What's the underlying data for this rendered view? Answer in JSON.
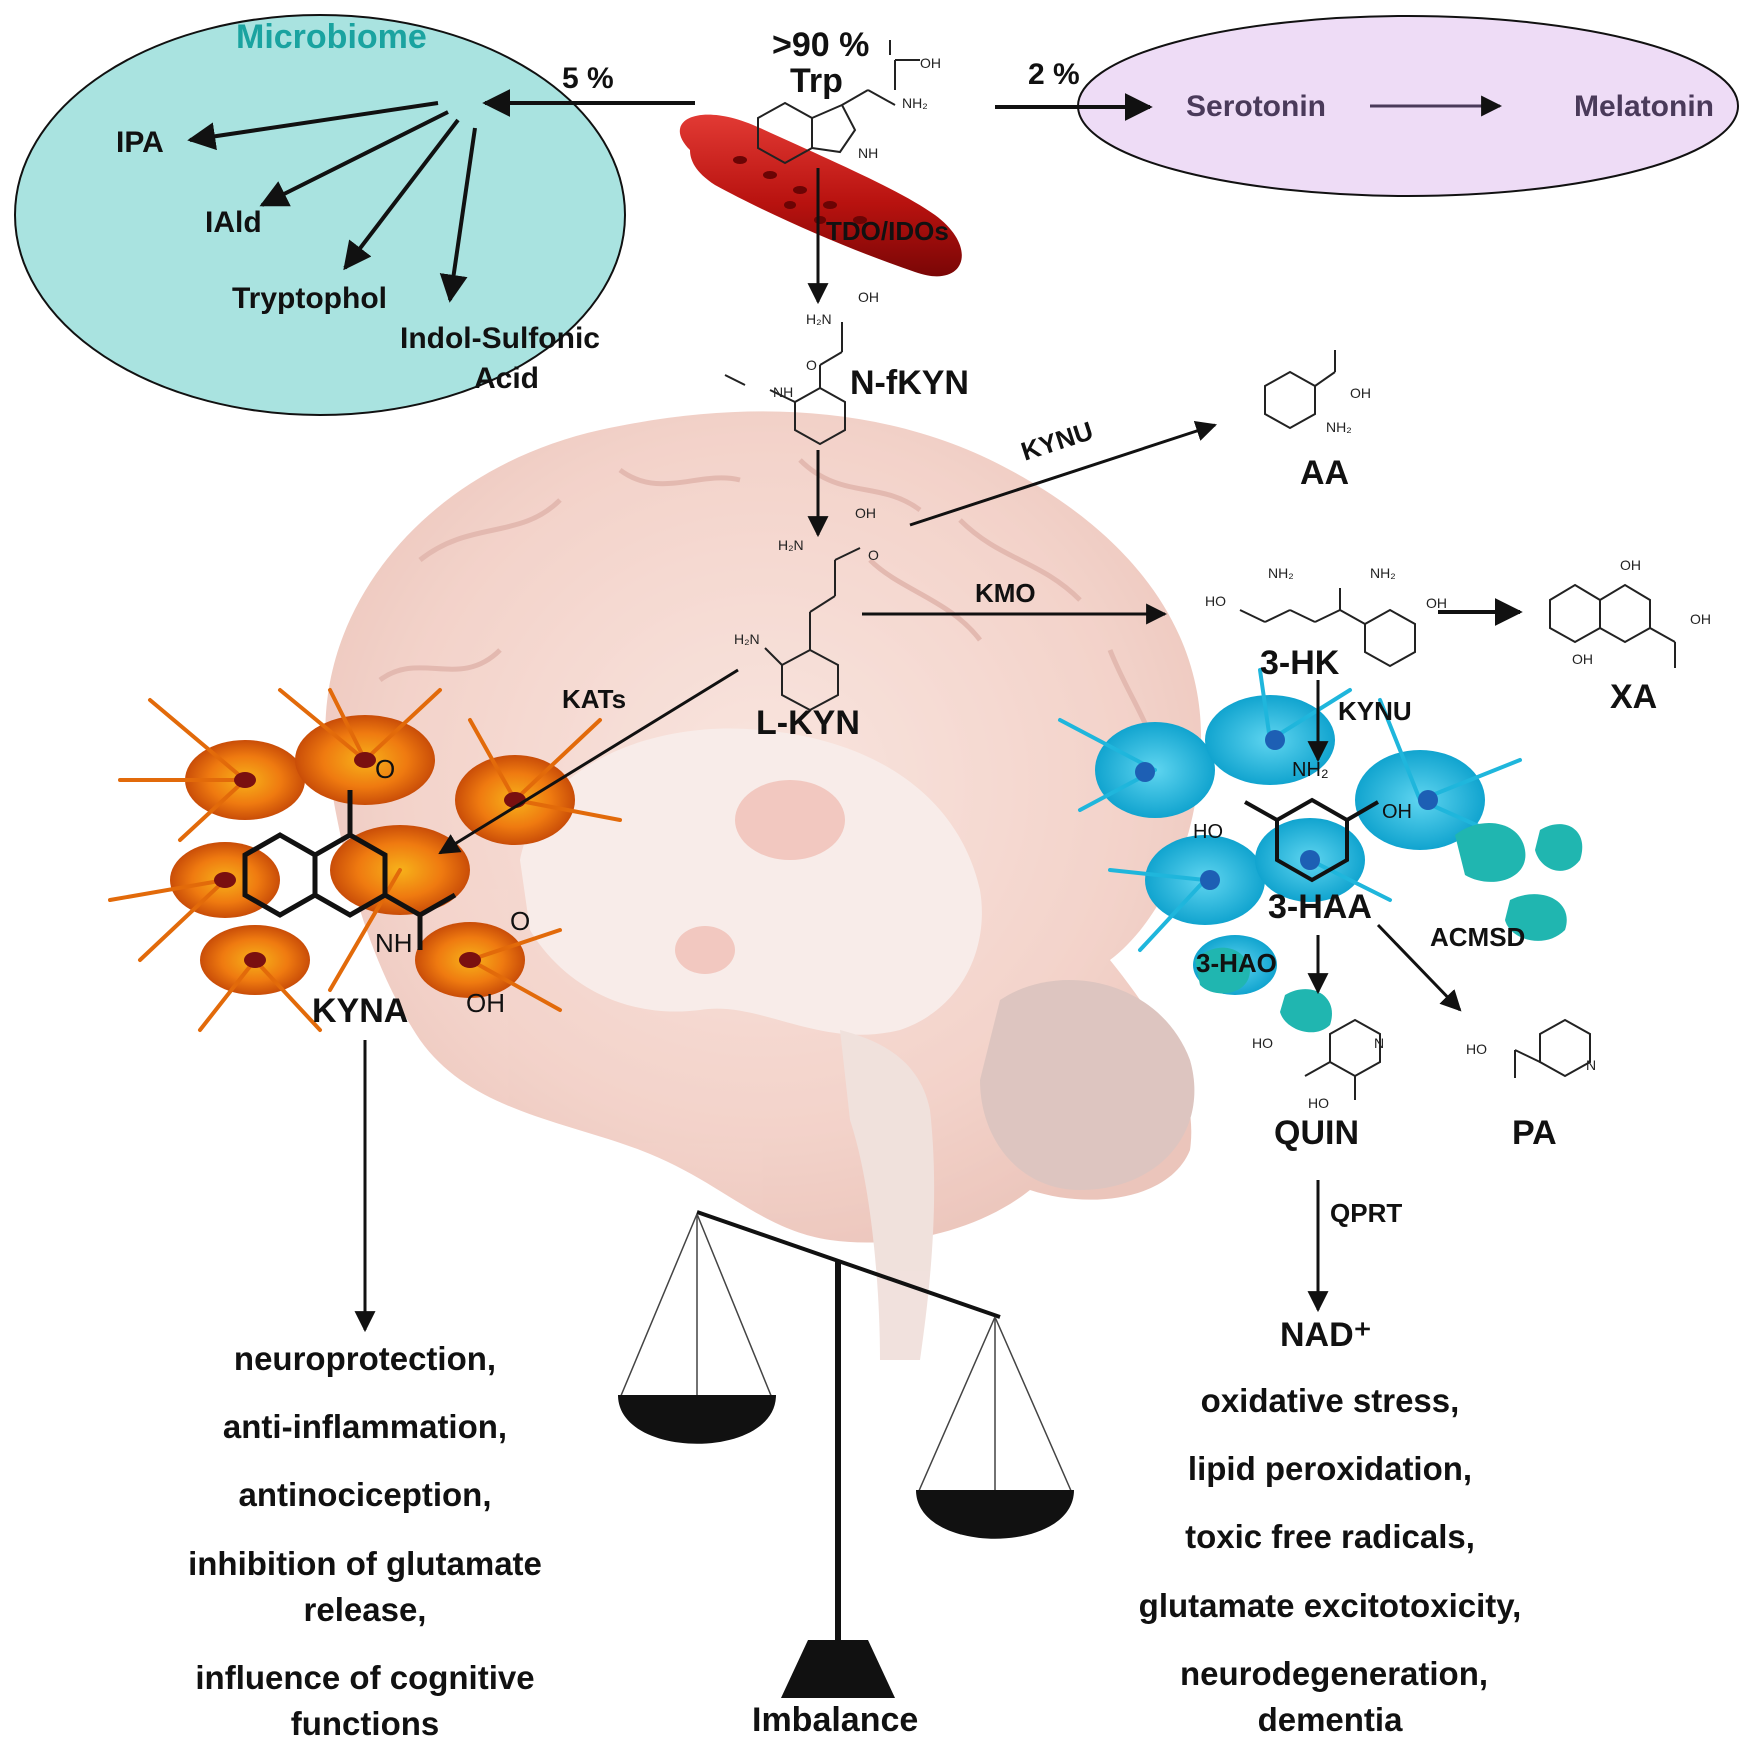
{
  "microbiome": {
    "title": "Microbiome",
    "percent": "5 %",
    "products": [
      "IPA",
      "IAld",
      "Tryptophol",
      "Indol-Sulfonic",
      "Acid"
    ]
  },
  "trp": {
    "percent": ">90 %",
    "name": "Trp"
  },
  "serotonin_branch": {
    "percent": "2 %",
    "serotonin": "Serotonin",
    "melatonin": "Melatonin"
  },
  "enzymes": {
    "tdo": "TDO/IDOs",
    "kynu_top": "KYNU",
    "kmo": "KMO",
    "kats": "KATs",
    "kynu_mid": "KYNU",
    "acmsd": "ACMSD",
    "haao": "3-HAO",
    "qprt": "QPRT"
  },
  "metabolites": {
    "nfkyn": "N-fKYN",
    "lkyn": "L-KYN",
    "aa": "AA",
    "hk": "3-HK",
    "xa": "XA",
    "haa": "3-HAA",
    "quin": "QUIN",
    "pa": "PA",
    "kyna": "KYNA",
    "nad": "NAD⁺"
  },
  "atoms": {
    "oh": "OH",
    "nh2": "NH₂",
    "nh": "NH",
    "h2n": "H₂N",
    "o": "O",
    "n": "N",
    "ho": "HO"
  },
  "left_effects": [
    "neuroprotection,",
    "anti-inflammation,",
    "antinociception,",
    "inhibition of glutamate release,",
    "influence of cognitive functions"
  ],
  "right_effects": [
    "oxidative stress,",
    "lipid peroxidation,",
    "toxic free radicals,",
    "glutamate excitotoxicity,",
    "neurodegeneration, dementia"
  ],
  "imbalance": "Imbalance",
  "colors": {
    "microbiome_fill": "#a9e3e0",
    "microbiome_title": "#1aa3a0",
    "serotonin_fill": "#eedcf6",
    "serotonin_text": "#4a3a5a",
    "blood_cell": "#c01a1a",
    "brain": "#eab3a6",
    "astrocyte": "#f07a12",
    "microglia": "#1fb6dc"
  }
}
